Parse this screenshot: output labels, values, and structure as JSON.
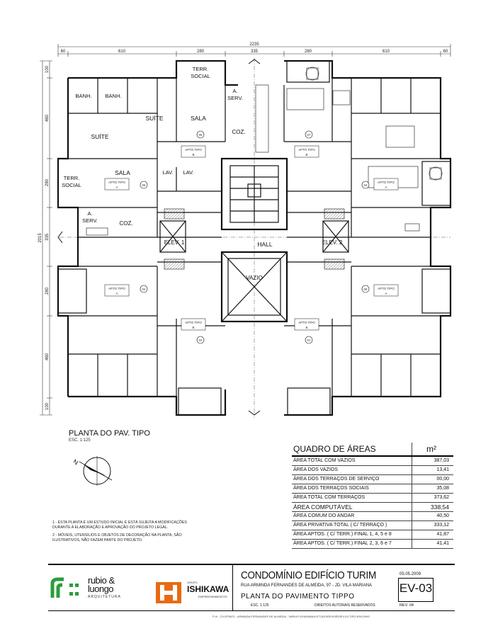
{
  "drawing": {
    "overall_width": "2235",
    "overall_depth": "2015",
    "top_dims": [
      "60",
      "610",
      "280",
      "335",
      "280",
      "610",
      "60"
    ],
    "left_dims": [
      "100",
      "460",
      "280",
      "335",
      "280",
      "460",
      "100"
    ],
    "rooms": {
      "terr_social_top": "TERR.",
      "terr_social_top2": "SOCIAL",
      "a_serv_top": "A.",
      "a_serv_top2": "SERV.",
      "banh1": "BANH.",
      "banh2": "BANH.",
      "suite1": "SUÍTE",
      "suite2": "SUÍTE",
      "sala_top": "SALA",
      "coz_top": "COZ.",
      "terr_social_left": "TERR.",
      "terr_social_left2": "SOCIAL",
      "sala_left": "SALA",
      "lav1": "LAV.",
      "lav2": "LAV.",
      "a_serv_left": "A.",
      "a_serv_left2": "SERV.",
      "coz_left": "COZ.",
      "elev1": "ELEV. 1",
      "elev2": "ELEV. 2",
      "hall": "HALL",
      "vazio": "VAZIO"
    },
    "apt_tags": [
      "APTO TIPO",
      "A",
      "APTO TIPO",
      "B"
    ],
    "unit_numbers": [
      "06",
      "05",
      "07",
      "04",
      "02",
      "03",
      "01",
      "08"
    ]
  },
  "plan_title": "PLANTA DO PAV. TIPO",
  "plan_scale": "ESC. 1:125",
  "area_table": {
    "title": "QUADRO DE ÁREAS",
    "unit": "m²",
    "rows": [
      {
        "label": "ÁREA TOTAL COM VAZIOS",
        "value": "387,03",
        "big": false
      },
      {
        "label": "ÁREA DOS VAZIOS",
        "value": "13,41",
        "big": false
      },
      {
        "label": "ÁREA DOS TERRAÇOS DE SERVIÇO",
        "value": "00,00",
        "big": false
      },
      {
        "label": "ÁREA DOS TERRAÇOS SOCIAIS",
        "value": "35,08",
        "big": false
      },
      {
        "label": "ÁREA TOTAL COM TERRAÇOS",
        "value": "373,62",
        "big": false
      },
      {
        "label": "ÁREA COMPUTÁVEL",
        "value": "338,54",
        "big": true
      },
      {
        "label": "ÁREA COMUM DO ANDAR",
        "value": "40,50",
        "big": false
      },
      {
        "label": "ÁREA PRIVATIVA TOTAL ( C/ TERRAÇO )",
        "value": "333,12",
        "big": false
      },
      {
        "label": "ÁREA APTOS. ( C/ TERR.) FINAL 1, 4, 5 e 8",
        "value": "41,87",
        "big": false
      },
      {
        "label": "ÁREA APTOS. ( C/ TERR.) FINAL 2, 3, 6 e 7",
        "value": "41,41",
        "big": false
      }
    ]
  },
  "notes": [
    "1 - ESTA PLANTA É UM ESTUDO INICIAL E ESTÁ SUJEITA A MODIFICAÇÕES DURANTE A ELABORAÇÃO E APROVAÇÃO DO PROJETO LEGAL.",
    "2 - MÓVEIS, UTENSÍLIOS E OBJETOS DE DECORAÇÃO NA PLANTA, SÃO ILUSTRATIVOS, NÃO FAZEM PARTE DO PROJETO."
  ],
  "title_block": {
    "brand1_line1": "rubio &",
    "brand1_line2": "luongo",
    "brand1_sub": "ARQUITETURA",
    "brand2_pre": "GRUPO",
    "brand2": "ISHIKAWA",
    "brand2_sub": "EMPREENDIMENTOS",
    "project": "CONDOMÍNIO EDIFÍCIO TURIM",
    "address": "RUA ARMINDA FERNANDES DE ALMEIDA, 97 - JD. VILA MARIANA",
    "sheet": "PLANTA DO PAVIMENTO TIPPO",
    "scale": "ESC. 1:125",
    "rights": "DIREITOS AUTORAIS RESERVADOS",
    "date": "05.05.2009",
    "code": "EV-03",
    "rev": "REV. 04"
  },
  "file_path": "P:\\4 - CV-EP0870 - ARMINDA FERNANDES DE ALMEIDA - VARIUS ISHIKAWA\\6 ETUDO\\REVISÃO\\EV-03-TIPO-R04.DWG",
  "colors": {
    "line": "#111111",
    "logo_green": "#2a9d3a",
    "logo_orange": "#e86a12"
  }
}
